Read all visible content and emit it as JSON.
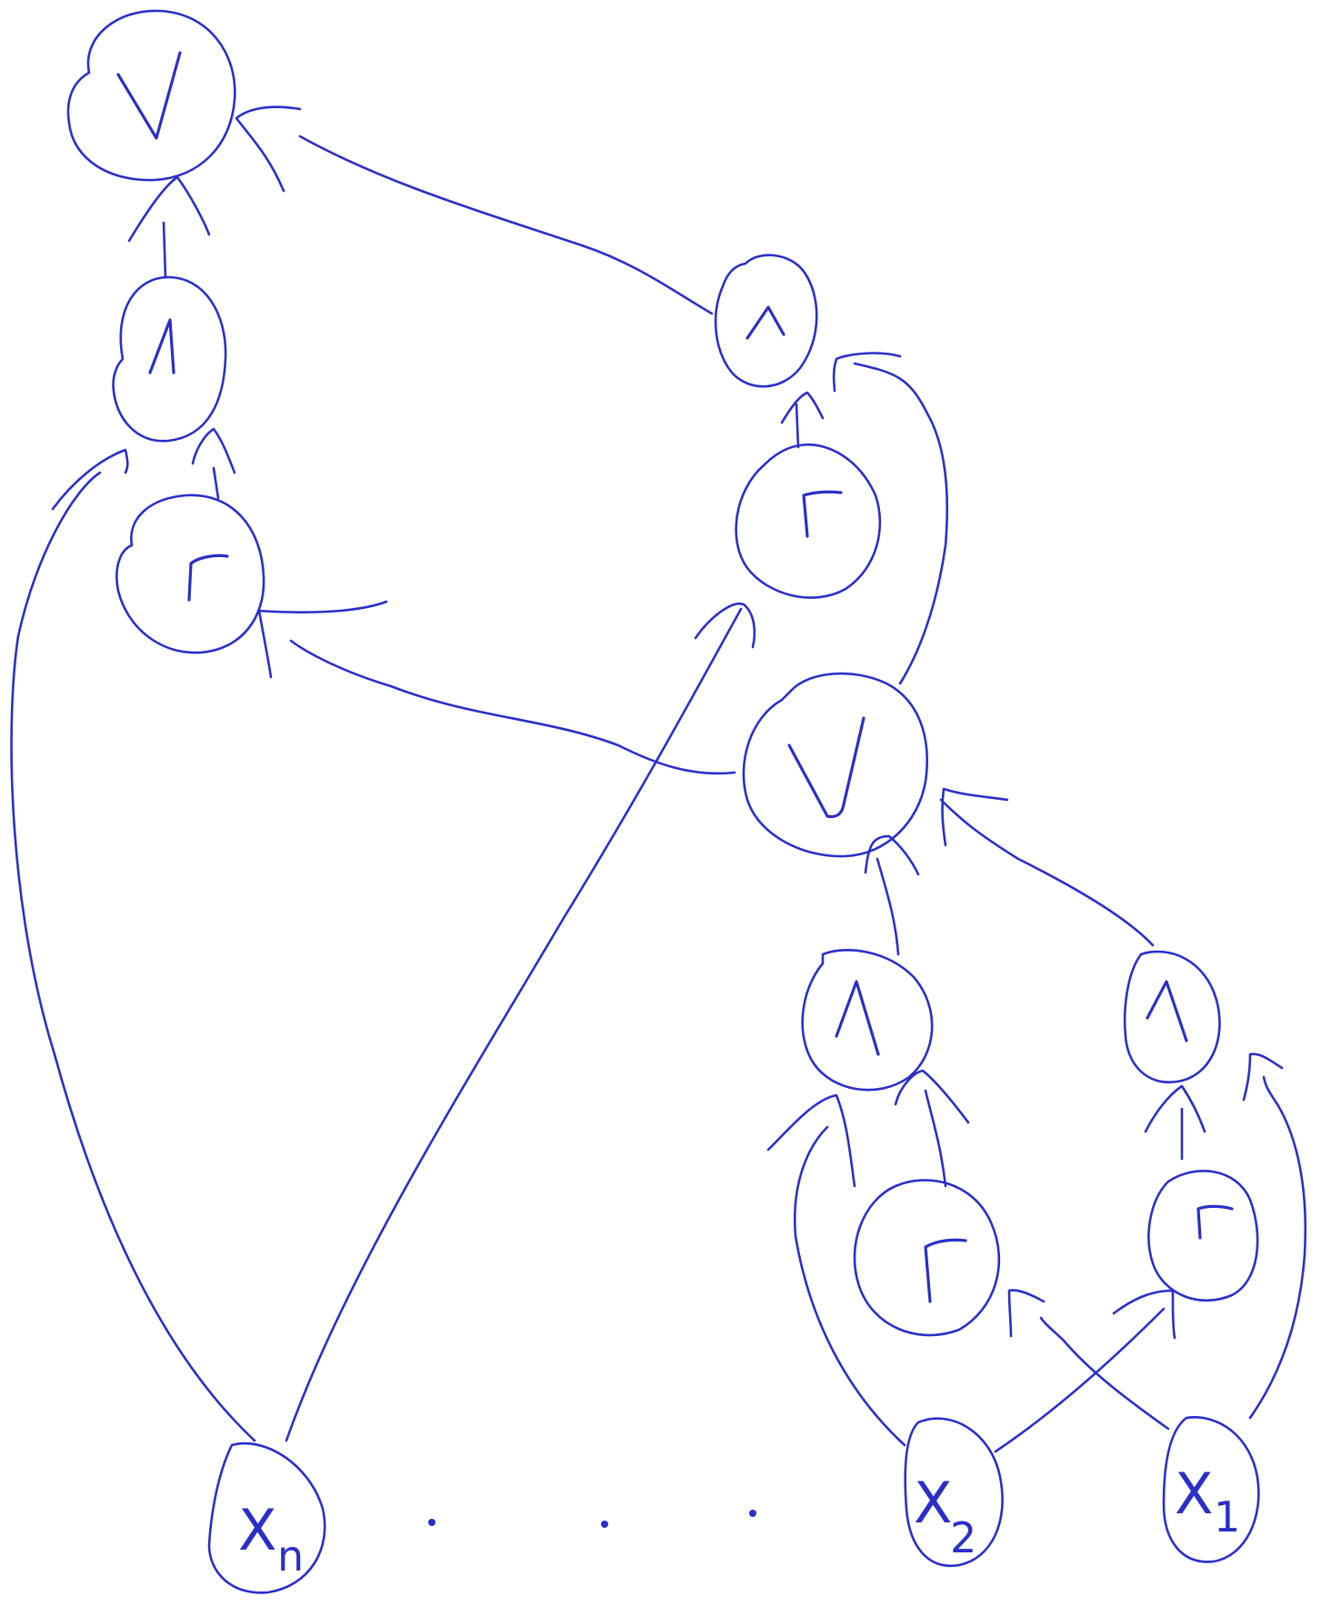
{
  "nodes": [
    {
      "id": "or-top",
      "op": "∨"
    },
    {
      "id": "and-left",
      "op": "∧"
    },
    {
      "id": "not-left",
      "op": "¬"
    },
    {
      "id": "and-right",
      "op": "∧"
    },
    {
      "id": "not-right",
      "op": "¬"
    },
    {
      "id": "or-mid",
      "op": "∨"
    },
    {
      "id": "and-lower-left",
      "op": "∧"
    },
    {
      "id": "and-lower-right",
      "op": "∧"
    },
    {
      "id": "not-lower-left",
      "op": "¬"
    },
    {
      "id": "not-lower-right",
      "op": "¬"
    },
    {
      "id": "xn",
      "var": "X",
      "sub": "n"
    },
    {
      "id": "x2",
      "var": "X",
      "sub": "2"
    },
    {
      "id": "x1",
      "var": "X",
      "sub": "1"
    }
  ],
  "ellipsis": "· · ·",
  "colors": {
    "ink": "#2a2fc9",
    "background": "#ffffff"
  }
}
